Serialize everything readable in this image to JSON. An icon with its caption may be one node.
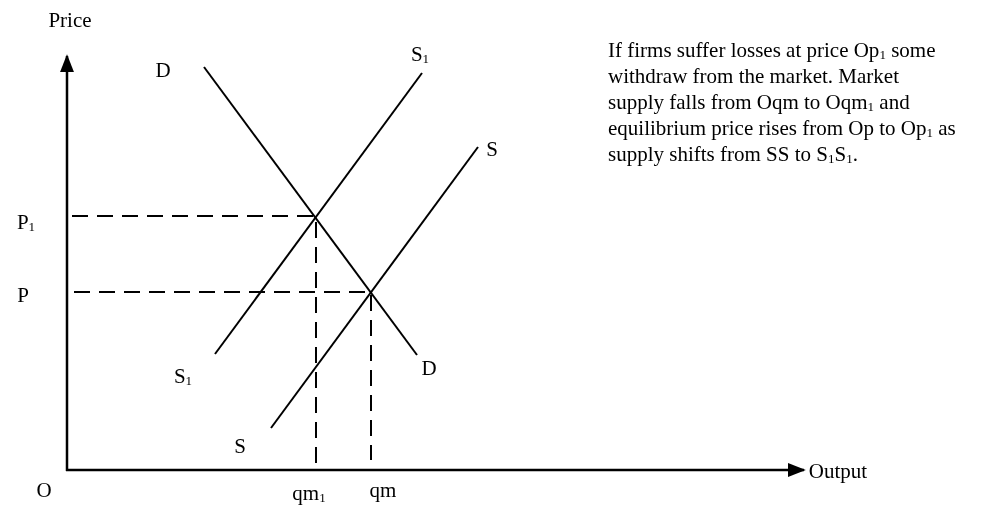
{
  "diagram": {
    "labels": [
      "Price",
      "D",
      "S$_{1}$",
      "If firms suffer losses at price Op$_{1}$ some withdraw from the market. Market supply falls from Oqm to Oqm$_{1}$ and equilibrium price rises from Op to Op$_{1}$ as supply shifts from SS to S$_{1}$S$_{1}$.",
      "S",
      "P$_{1}$",
      "P",
      "S$_{1}$",
      "D",
      "S",
      "O",
      "Output",
      "qm$_{1}$",
      "qm"
    ]
  }
}
